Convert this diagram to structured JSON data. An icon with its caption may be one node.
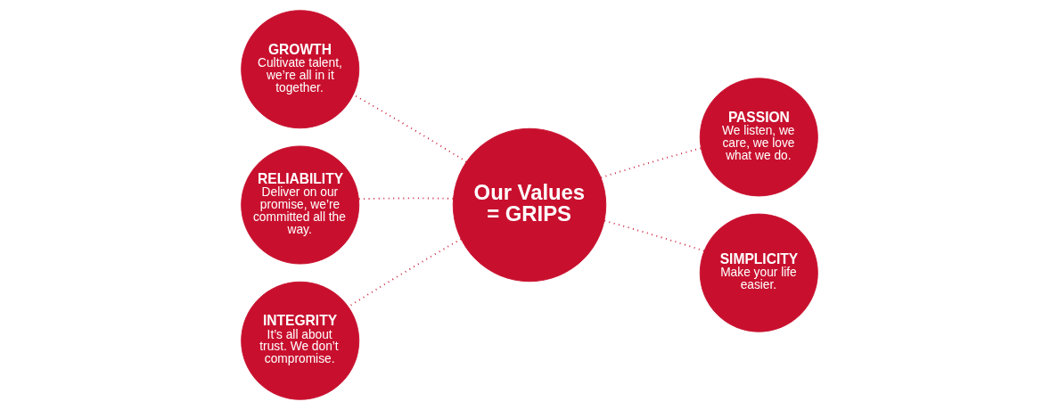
{
  "diagram": {
    "nodes": [
      {
        "text": [
          "GROWTH",
          "Cultivate talent, we’re all in it together."
        ]
      },
      {
        "text": [
          "PASSION",
          "We listen, we care, we love what we do."
        ]
      },
      {
        "text": [
          "RELIABILITY",
          "Deliver on our promise, we’re committed all the way."
        ]
      },
      {
        "text": [
          "Our Values = GRIPS"
        ]
      },
      {
        "text": [
          "SIMPLICITY",
          "Make your life easier."
        ]
      },
      {
        "text": [
          "INTEGRITY",
          "It’s all about trust. We don’t compromise."
        ]
      }
    ],
    "edges": [
      {
        "from": 3,
        "to": 0,
        "arrow": "none"
      },
      {
        "from": 3,
        "to": 1,
        "arrow": "none"
      },
      {
        "from": 3,
        "to": 2,
        "arrow": "none"
      },
      {
        "from": 3,
        "to": 4,
        "arrow": "none"
      },
      {
        "from": 3,
        "to": 5,
        "arrow": "none"
      }
    ]
  }
}
